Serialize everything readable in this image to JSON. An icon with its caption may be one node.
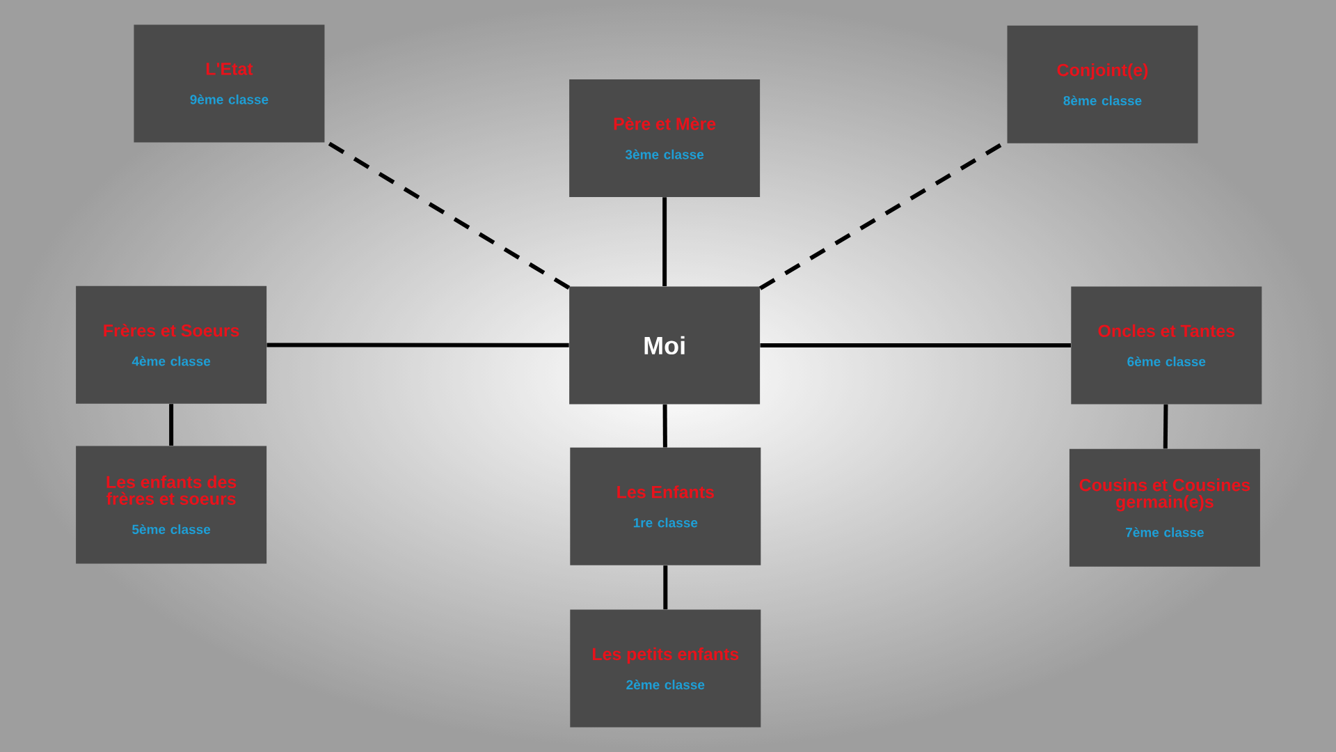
{
  "diagram": {
    "nodes": [
      {
        "text": [
          "Moi"
        ]
      },
      {
        "text": [
          "Père et Mère",
          "3ème classe"
        ]
      },
      {
        "text": [
          "L'Etat",
          "9ème classe"
        ]
      },
      {
        "text": [
          "Conjoint(e)",
          "8ème classe"
        ]
      },
      {
        "text": [
          "Frères et Soeurs",
          "4ème classe"
        ]
      },
      {
        "text": [
          "Oncles et Tantes",
          "6ème classe"
        ]
      },
      {
        "text": [
          "Les enfants des frères et soeurs",
          "5ème classe"
        ]
      },
      {
        "text": [
          "Les Enfants",
          "1re classe"
        ]
      },
      {
        "text": [
          "Cousins et Cousines germain(e)s",
          "7ème classe"
        ]
      },
      {
        "text": [
          "Les petits enfants",
          "2ème classe"
        ]
      }
    ],
    "edges": [
      {
        "from": 0,
        "to": 1,
        "arrow": "none"
      },
      {
        "from": 0,
        "to": 2,
        "arrow": "none",
        "style": "dashed"
      },
      {
        "from": 0,
        "to": 3,
        "arrow": "none",
        "style": "dashed"
      },
      {
        "from": 0,
        "to": 4,
        "arrow": "none"
      },
      {
        "from": 0,
        "to": 5,
        "arrow": "none"
      },
      {
        "from": 4,
        "to": 6,
        "arrow": "none"
      },
      {
        "from": 5,
        "to": 8,
        "arrow": "none"
      },
      {
        "from": 0,
        "to": 7,
        "arrow": "none"
      },
      {
        "from": 7,
        "to": 9,
        "arrow": "none"
      }
    ]
  }
}
